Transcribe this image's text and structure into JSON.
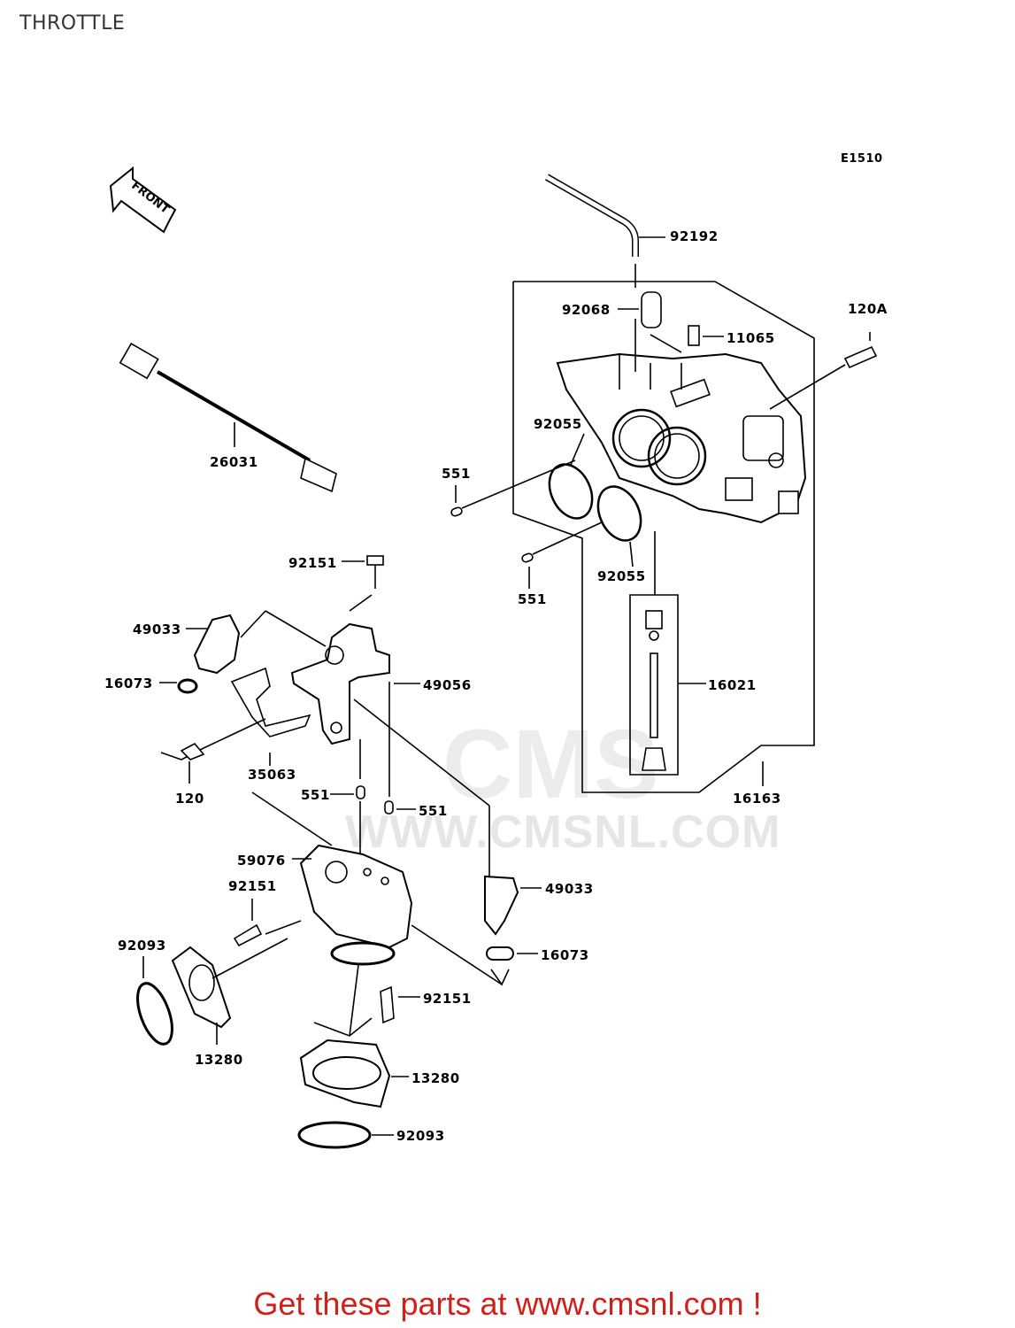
{
  "page": {
    "title": "THROTTLE",
    "diagram_code": "E1510"
  },
  "watermark": {
    "logo_text": "CMS",
    "url_text": "WWW.CMSNL.COM"
  },
  "front_arrow": {
    "label": "FRONT"
  },
  "callouts": [
    {
      "id": "92192",
      "text": "92192"
    },
    {
      "id": "120A",
      "text": "120A"
    },
    {
      "id": "92068",
      "text": "92068"
    },
    {
      "id": "11065",
      "text": "11065"
    },
    {
      "id": "26031",
      "text": "26031"
    },
    {
      "id": "92055a",
      "text": "92055"
    },
    {
      "id": "551a",
      "text": "551"
    },
    {
      "id": "92055b",
      "text": "92055"
    },
    {
      "id": "551b",
      "text": "551"
    },
    {
      "id": "92151a",
      "text": "92151"
    },
    {
      "id": "49033a",
      "text": "49033"
    },
    {
      "id": "16073a",
      "text": "16073"
    },
    {
      "id": "49056",
      "text": "49056"
    },
    {
      "id": "16021",
      "text": "16021"
    },
    {
      "id": "120",
      "text": "120"
    },
    {
      "id": "35063",
      "text": "35063"
    },
    {
      "id": "551c",
      "text": "551"
    },
    {
      "id": "551d",
      "text": "551"
    },
    {
      "id": "16163",
      "text": "16163"
    },
    {
      "id": "59076",
      "text": "59076"
    },
    {
      "id": "92151b",
      "text": "92151"
    },
    {
      "id": "49033b",
      "text": "49033"
    },
    {
      "id": "92093a",
      "text": "92093"
    },
    {
      "id": "16073b",
      "text": "16073"
    },
    {
      "id": "92151c",
      "text": "92151"
    },
    {
      "id": "13280a",
      "text": "13280"
    },
    {
      "id": "13280b",
      "text": "13280"
    },
    {
      "id": "92093b",
      "text": "92093"
    }
  ],
  "footer": {
    "text": "Get these parts at www.cmsnl.com !",
    "color": "#d0201a"
  }
}
